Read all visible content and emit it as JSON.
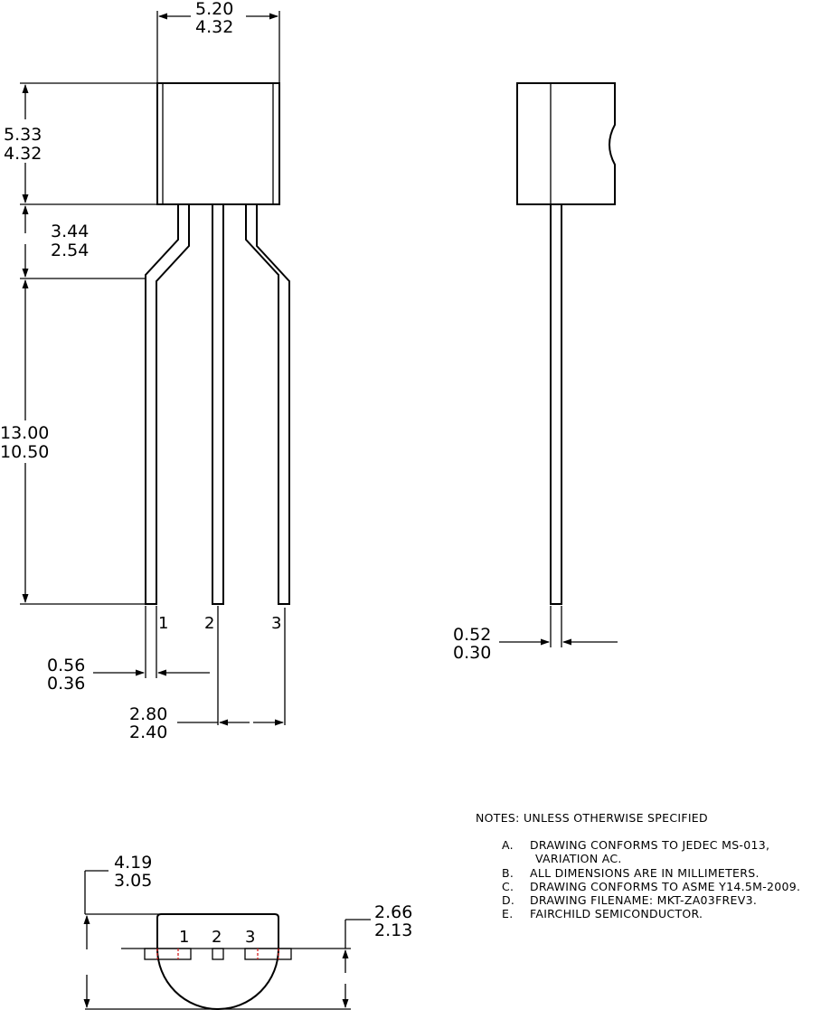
{
  "front_view": {
    "body_width": [
      "5.20",
      "4.32"
    ],
    "body_height": [
      "5.33",
      "4.32"
    ],
    "bend_height": [
      "3.44",
      "2.54"
    ],
    "lead_length": [
      "13.00",
      "10.50"
    ],
    "lead_width": [
      "0.56",
      "0.36"
    ],
    "lead_pitch": [
      "2.80",
      "2.40"
    ],
    "pin_labels": [
      "1",
      "2",
      "3"
    ]
  },
  "side_view": {
    "lead_thickness": [
      "0.52",
      "0.30"
    ]
  },
  "bottom_view": {
    "body_depth": [
      "4.19",
      "3.05"
    ],
    "flat_offset": [
      "2.66",
      "2.13"
    ],
    "pin_labels": [
      "1",
      "2",
      "3"
    ]
  },
  "notes": {
    "heading": "NOTES:  UNLESS  OTHERWISE  SPECIFIED",
    "items": [
      {
        "letter": "A.",
        "text": "DRAWING  CONFORMS  TO  JEDEC  MS-013,"
      },
      {
        "letter": "",
        "text": "VARIATION  AC."
      },
      {
        "letter": "B.",
        "text": "ALL  DIMENSIONS  ARE  IN  MILLIMETERS."
      },
      {
        "letter": "C.",
        "text": "DRAWING  CONFORMS  TO  ASME  Y14.5M-2009."
      },
      {
        "letter": "D.",
        "text": "DRAWING  FILENAME:  MKT-ZA03FREV3."
      },
      {
        "letter": "E.",
        "text": "FAIRCHILD  SEMICONDUCTOR."
      }
    ]
  }
}
